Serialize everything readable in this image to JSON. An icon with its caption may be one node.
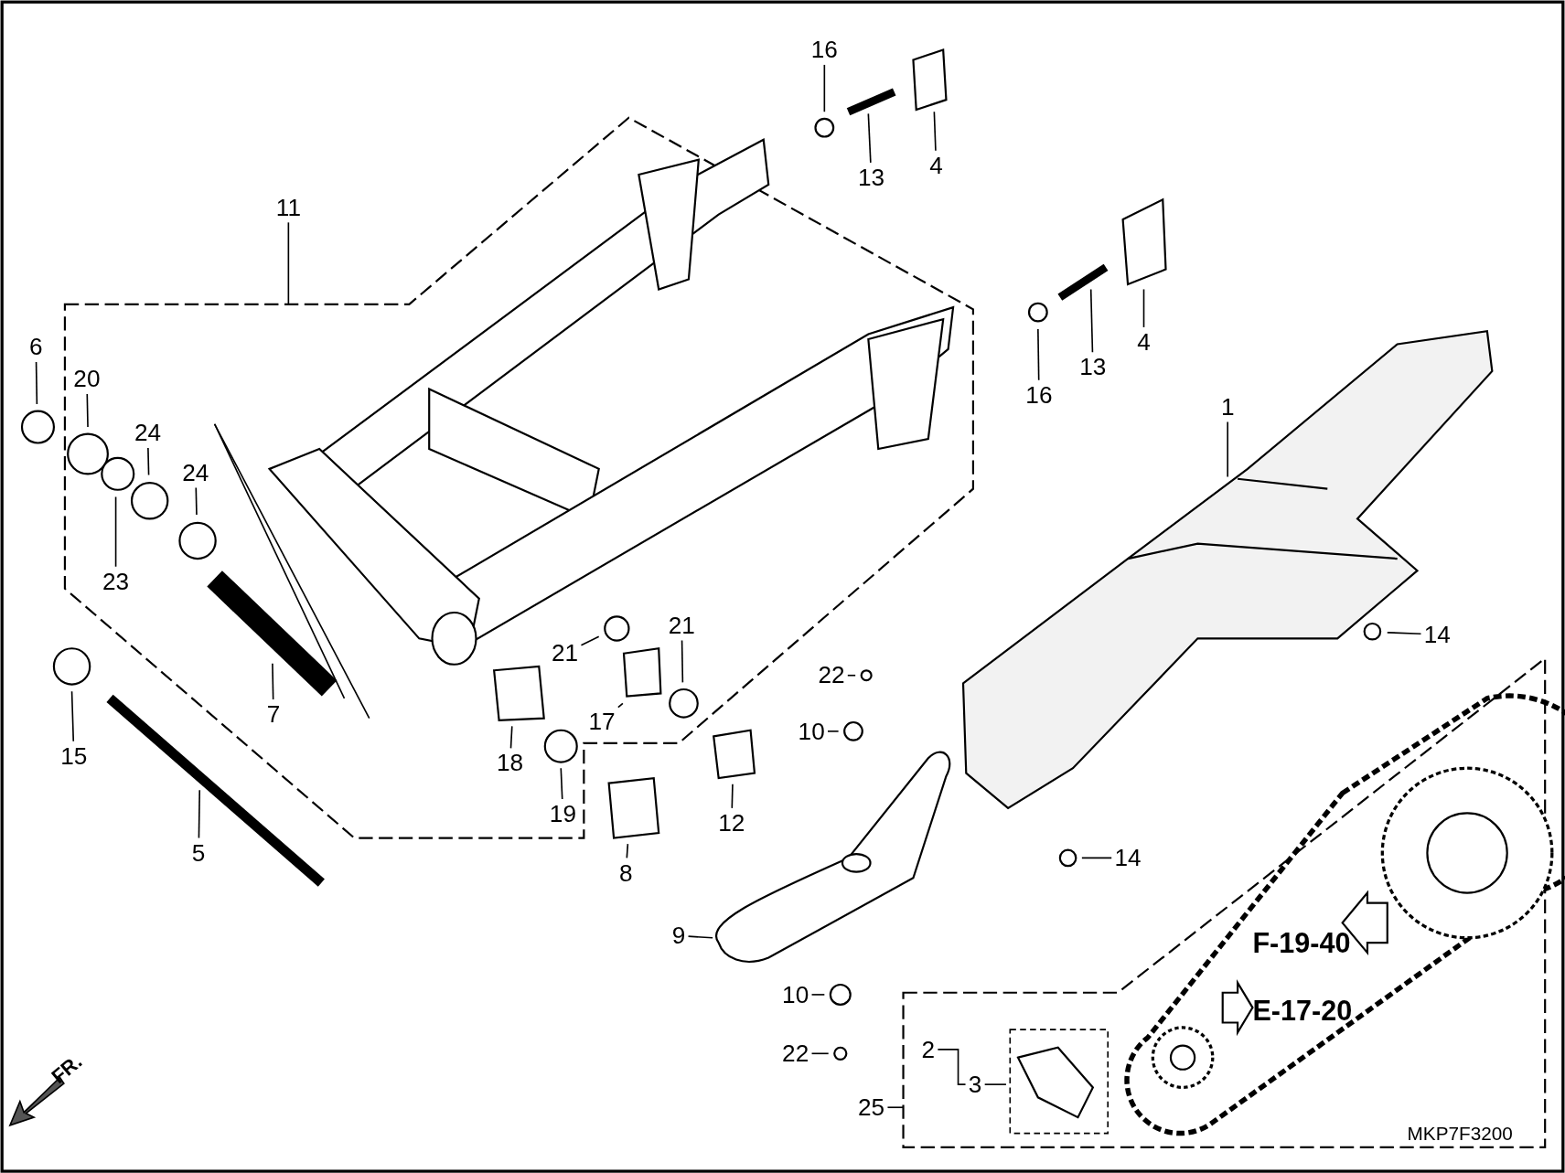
{
  "diagram": {
    "nodes": [
      {
        "text": [
          "16"
        ]
      },
      {
        "text": [
          "13"
        ]
      },
      {
        "text": [
          "4"
        ]
      },
      {
        "text": [
          "11"
        ]
      },
      {
        "text": [
          "4"
        ]
      },
      {
        "text": [
          "13"
        ]
      },
      {
        "text": [
          "16"
        ]
      },
      {
        "text": [
          "6"
        ]
      },
      {
        "text": [
          "20"
        ]
      },
      {
        "text": [
          "24"
        ]
      },
      {
        "text": [
          "24"
        ]
      },
      {
        "text": [
          "1"
        ]
      },
      {
        "text": [
          "23"
        ]
      },
      {
        "text": [
          "21"
        ]
      },
      {
        "text": [
          "21"
        ]
      },
      {
        "text": [
          "14"
        ]
      },
      {
        "text": [
          "22"
        ]
      },
      {
        "text": [
          "15"
        ]
      },
      {
        "text": [
          "7"
        ]
      },
      {
        "text": [
          "10"
        ]
      },
      {
        "text": [
          "17"
        ]
      },
      {
        "text": [
          "18"
        ]
      },
      {
        "text": [
          "19"
        ]
      },
      {
        "text": [
          "12"
        ]
      },
      {
        "text": [
          "5"
        ]
      },
      {
        "text": [
          "8"
        ]
      },
      {
        "text": [
          "14"
        ]
      },
      {
        "text": [
          "9"
        ]
      },
      {
        "text": [
          "10"
        ]
      },
      {
        "text": [
          "2"
        ]
      },
      {
        "text": [
          "22"
        ]
      },
      {
        "text": [
          "3"
        ]
      },
      {
        "text": [
          "25"
        ]
      }
    ],
    "edges": [
      {
        "from": 0,
        "to": null,
        "arrow": "none"
      },
      {
        "from": 1,
        "to": null,
        "arrow": "none"
      },
      {
        "from": 2,
        "to": null,
        "arrow": "none"
      },
      {
        "from": 3,
        "to": null,
        "arrow": "none"
      },
      {
        "from": 4,
        "to": null,
        "arrow": "none"
      },
      {
        "from": 5,
        "to": null,
        "arrow": "none"
      },
      {
        "from": 6,
        "to": null,
        "arrow": "none"
      },
      {
        "from": 7,
        "to": null,
        "arrow": "none"
      },
      {
        "from": 8,
        "to": null,
        "arrow": "none"
      },
      {
        "from": 9,
        "to": null,
        "arrow": "none"
      },
      {
        "from": 10,
        "to": null,
        "arrow": "none"
      },
      {
        "from": 11,
        "to": null,
        "arrow": "none"
      },
      {
        "from": 12,
        "to": null,
        "arrow": "none"
      },
      {
        "from": 13,
        "to": null,
        "arrow": "none"
      },
      {
        "from": 14,
        "to": null,
        "arrow": "none"
      },
      {
        "from": 15,
        "to": null,
        "arrow": "none"
      },
      {
        "from": 16,
        "to": null,
        "arrow": "none"
      },
      {
        "from": 17,
        "to": null,
        "arrow": "none"
      },
      {
        "from": 18,
        "to": null,
        "arrow": "none"
      },
      {
        "from": 19,
        "to": null,
        "arrow": "none"
      },
      {
        "from": 20,
        "to": null,
        "arrow": "none"
      },
      {
        "from": 21,
        "to": null,
        "arrow": "none"
      },
      {
        "from": 22,
        "to": null,
        "arrow": "none"
      },
      {
        "from": 23,
        "to": null,
        "arrow": "none"
      },
      {
        "from": 24,
        "to": null,
        "arrow": "none"
      },
      {
        "from": 25,
        "to": null,
        "arrow": "none"
      },
      {
        "from": 26,
        "to": null,
        "arrow": "none"
      },
      {
        "from": 27,
        "to": null,
        "arrow": "none"
      },
      {
        "from": 28,
        "to": null,
        "arrow": "none"
      },
      {
        "from": 29,
        "to": 31,
        "arrow": "none"
      },
      {
        "from": 30,
        "to": null,
        "arrow": "none"
      },
      {
        "from": 31,
        "to": null,
        "arrow": "none"
      },
      {
        "from": 32,
        "to": null,
        "arrow": "none"
      }
    ],
    "labels": [
      "F-19-40",
      "E-17-20",
      "FR.",
      "MKP7F3200"
    ]
  }
}
